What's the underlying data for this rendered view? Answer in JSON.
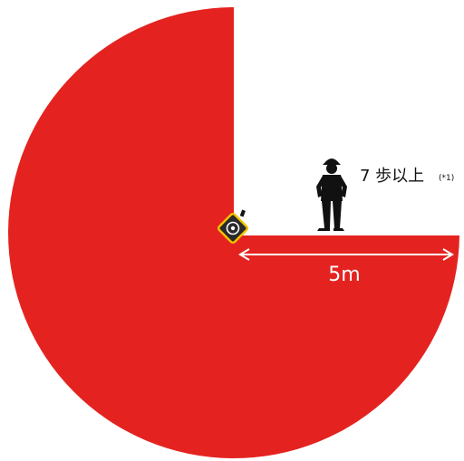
{
  "diagram": {
    "colors": {
      "zone_fill": "#e42320",
      "arrow": "#ffffff",
      "silhouette": "#111111",
      "sensor_body": "#2a2a2a",
      "sensor_border": "#f2c200"
    },
    "distance_label": "5m",
    "person_label": "7 歩以上",
    "person_note": "(*1)",
    "icons": {
      "sensor": "sensor-device-icon",
      "person": "person-silhouette-icon"
    }
  }
}
